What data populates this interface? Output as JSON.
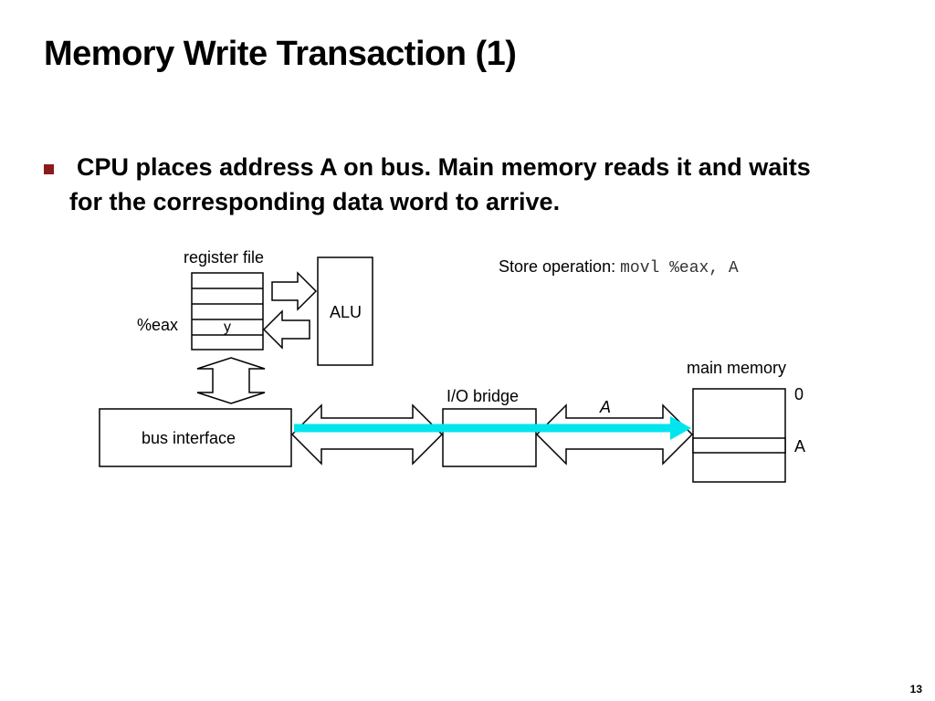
{
  "slide": {
    "title": "Memory Write Transaction (1)",
    "bullet_line1": "CPU places address A on bus. Main memory reads it and waits",
    "bullet_line2": "for the corresponding data word to arrive.",
    "page_number": "13"
  },
  "diagram": {
    "register_file_label": "register file",
    "eax_label": "%eax",
    "eax_value": "y",
    "alu_label": "ALU",
    "store_op_label": "Store operation:",
    "store_op_code": "movl %eax, A",
    "bus_interface_label": "bus interface",
    "io_bridge_label": "I/O bridge",
    "bus_address_label": "A",
    "main_memory_label": "main memory",
    "memory_address_zero": "0",
    "memory_address_a": "A",
    "colors": {
      "active_bus": "#00e5ee",
      "bullet": "#8b1a1a"
    }
  }
}
